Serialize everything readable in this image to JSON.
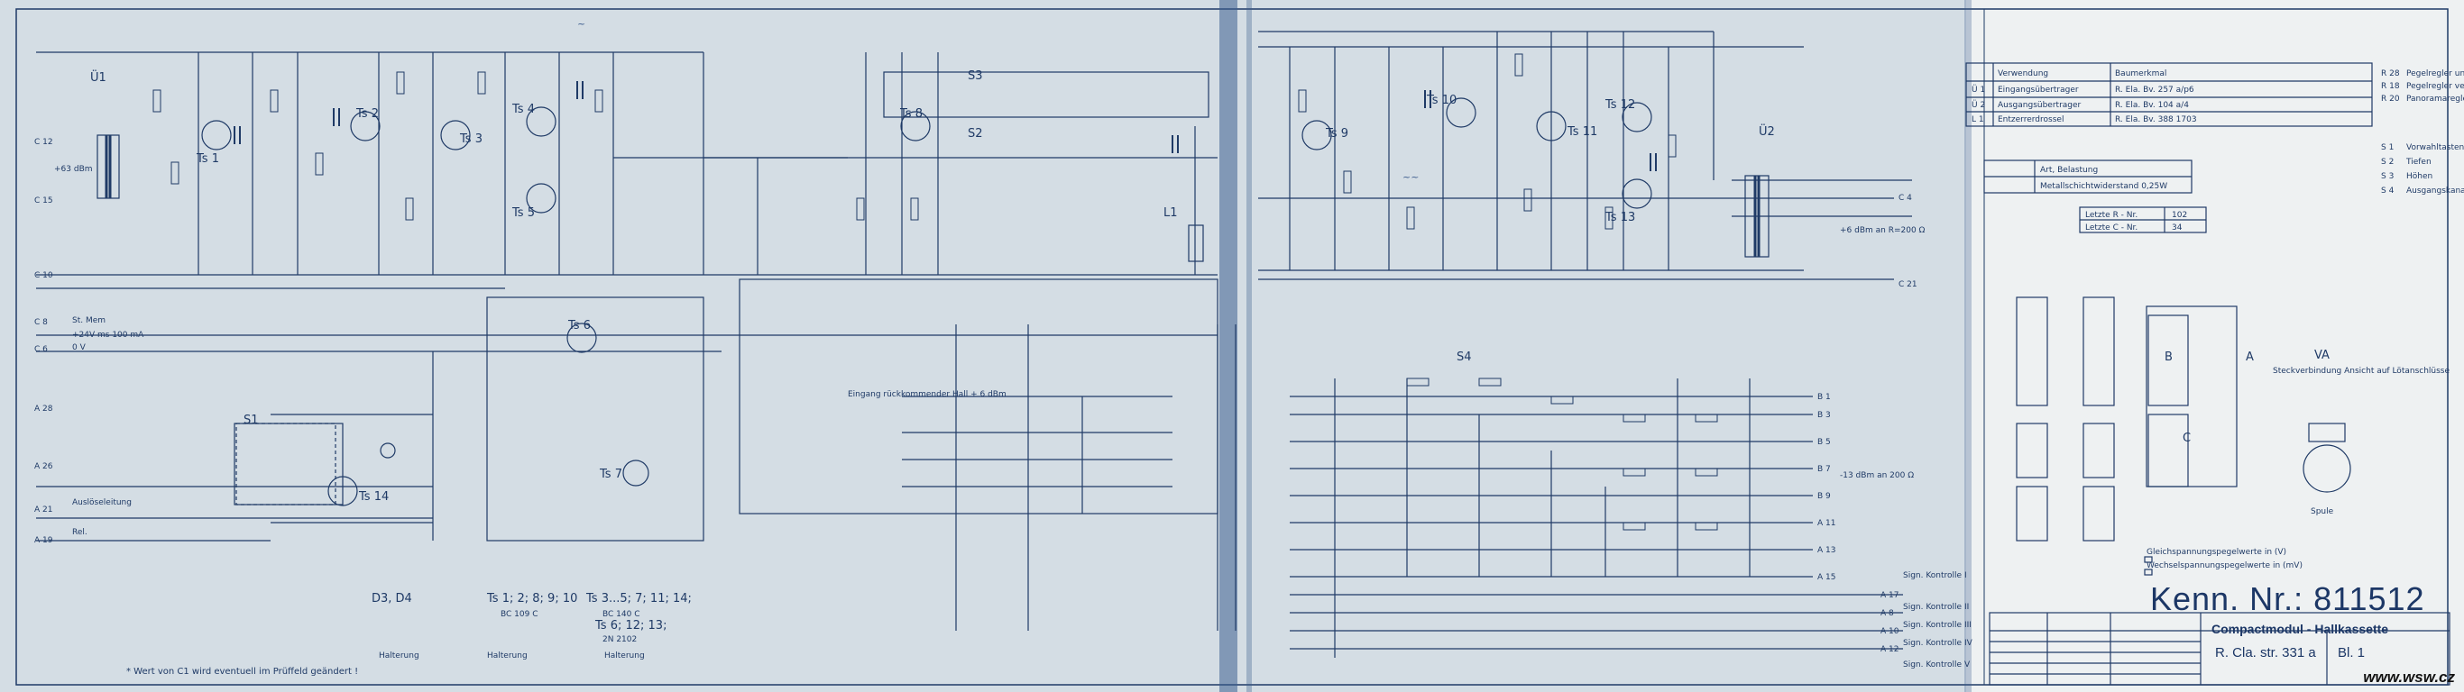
{
  "title_block": {
    "kenn_nr": "Kenn. Nr.: 811512",
    "subtitle": "Compactmodul - Hallkassette",
    "reference": "R. Cla. str. 331 a",
    "sheet": "Bl. 1"
  },
  "watermark": "www.wsw.cz",
  "footnote": "* Wert von C1 wird eventuell im Prüffeld geändert !",
  "transistors": [
    {
      "label": "Ts 1"
    },
    {
      "label": "Ts 2"
    },
    {
      "label": "Ts 3"
    },
    {
      "label": "Ts 4"
    },
    {
      "label": "Ts 5"
    },
    {
      "label": "Ts 6"
    },
    {
      "label": "Ts 7"
    },
    {
      "label": "Ts 8"
    },
    {
      "label": "Ts 9"
    },
    {
      "label": "Ts 10"
    },
    {
      "label": "Ts 11"
    },
    {
      "label": "Ts 12"
    },
    {
      "label": "Ts 13"
    },
    {
      "label": "Ts 14"
    }
  ],
  "transformers": [
    {
      "label": "Ü1"
    },
    {
      "label": "Ü2"
    }
  ],
  "inductors": [
    {
      "label": "L1"
    }
  ],
  "switches": [
    {
      "label": "S1"
    },
    {
      "label": "S2"
    },
    {
      "label": "S3"
    },
    {
      "label": "S4"
    }
  ],
  "pins_left": [
    "C 12",
    "C 15",
    "C 10",
    "C 8",
    "C 6",
    "A 28",
    "A 26",
    "A 21",
    "A 19"
  ],
  "pins_left_labels": [
    "+63 dBm",
    "St. Mem",
    "+24V ms 100 mA",
    "0 V",
    "Auslöseleitung",
    "Rel."
  ],
  "pins_right": [
    "C 4",
    "C 21",
    "B 1",
    "B 3",
    "B 5",
    "B 7",
    "B 9",
    "A 11",
    "A 13",
    "A 15",
    "A 17",
    "A 8",
    "A 10",
    "A 12"
  ],
  "parts_list": {
    "headers": [
      "Verwendung",
      "Baumerkmal"
    ],
    "rows": [
      {
        "ref": "Ü 1",
        "use": "Eingangsübertrager",
        "code": "R. Ela. Bv. 257 a/p6"
      },
      {
        "ref": "Ü 2",
        "use": "Ausgangsübertrager",
        "code": "R. Ela. Bv. 104 a/4"
      },
      {
        "ref": "L 1",
        "use": "Entzerrerdrossel",
        "code": "R. Ela. Bv. 388 1703"
      }
    ]
  },
  "legend": [
    {
      "symbol": "R 28",
      "text": "Pegelregler unverhallt"
    },
    {
      "symbol": "R 18",
      "text": "Pegelregler verhallt"
    },
    {
      "symbol": "R 20",
      "text": "Panoramaregler"
    },
    {
      "symbol": "S 1",
      "text": "Vorwahltasten"
    },
    {
      "symbol": "S 2",
      "text": "Tiefen"
    },
    {
      "symbol": "S 3",
      "text": "Höhen"
    },
    {
      "symbol": "S 4",
      "text": "Ausgangskanalwahl"
    }
  ],
  "resistor_legend": {
    "header": "Art, Belastung",
    "row": "Metallschichtwiderstand 0,25W"
  },
  "letzte": [
    {
      "label": "Letzte R - Nr.",
      "value": "102"
    },
    {
      "label": "Letzte C - Nr.",
      "value": "34"
    }
  ],
  "labels": {
    "eingang": "Eingang rückkommender Hall + 6 dBm",
    "out_right": "+6 dBm an R=200 Ω",
    "out_lower": "-13 dBm an 200 Ω",
    "steckdose": "Gleichspannungspegelwerte in (V)",
    "wechsel": "Wechselspannungspegelwerte in (mV)",
    "va_title": "VA",
    "va_sub": "Steckverbindung Ansicht auf Lötanschlüsse",
    "spule": "Spule",
    "sign1": "Sign. Kontrolle I",
    "sign2": "Sign. Kontrolle II",
    "sign3": "Sign. Kontrolle III",
    "sign4": "Sign. Kontrolle IV",
    "sign5": "Sign. Kontrolle V",
    "d3d4": "D3, D4",
    "ts_group1": "Ts 1; 2; 8; 9; 10",
    "ts_group1b": "BC 109 C",
    "ts_group2": "Ts 3...5; 7; 11; 14;",
    "ts_group2b": "BC 140 C",
    "ts_group3": "Ts 6; 12; 13;",
    "ts_group3b": "2N 2102",
    "halterung": "Halterung"
  },
  "colors": {
    "ink": "#1f3a66",
    "paper": "#dfe6ea",
    "fold": "#2a4a78"
  }
}
